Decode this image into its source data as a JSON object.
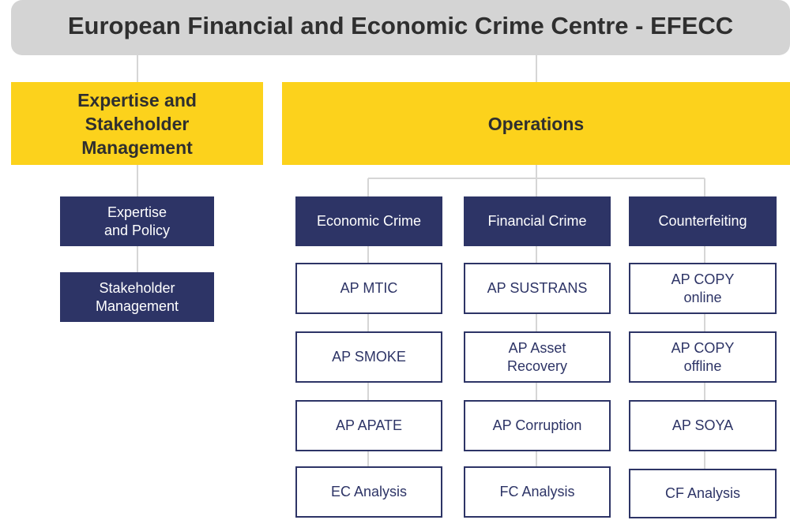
{
  "title": "European Financial and Economic Crime Centre - EFECC",
  "expertise": {
    "heading": "Expertise and\nStakeholder\nManagement",
    "units": [
      "Expertise\nand Policy",
      "Stakeholder\nManagement"
    ]
  },
  "operations": {
    "heading": "Operations",
    "economic_crime": {
      "label": "Economic Crime",
      "items": [
        "AP MTIC",
        "AP SMOKE",
        "AP APATE",
        "EC Analysis"
      ]
    },
    "financial_crime": {
      "label": "Financial Crime",
      "items": [
        "AP SUSTRANS",
        "AP Asset\nRecovery",
        "AP Corruption",
        "FC Analysis"
      ]
    },
    "counterfeiting": {
      "label": "Counterfeiting",
      "items": [
        "AP COPY\nonline",
        "AP COPY\noffline",
        "AP SOYA",
        "CF Analysis"
      ]
    }
  },
  "colors": {
    "title_bg": "#d4d4d4",
    "yellow": "#fcd21c",
    "navy": "#2d3466",
    "connector": "#d6d6d6"
  }
}
